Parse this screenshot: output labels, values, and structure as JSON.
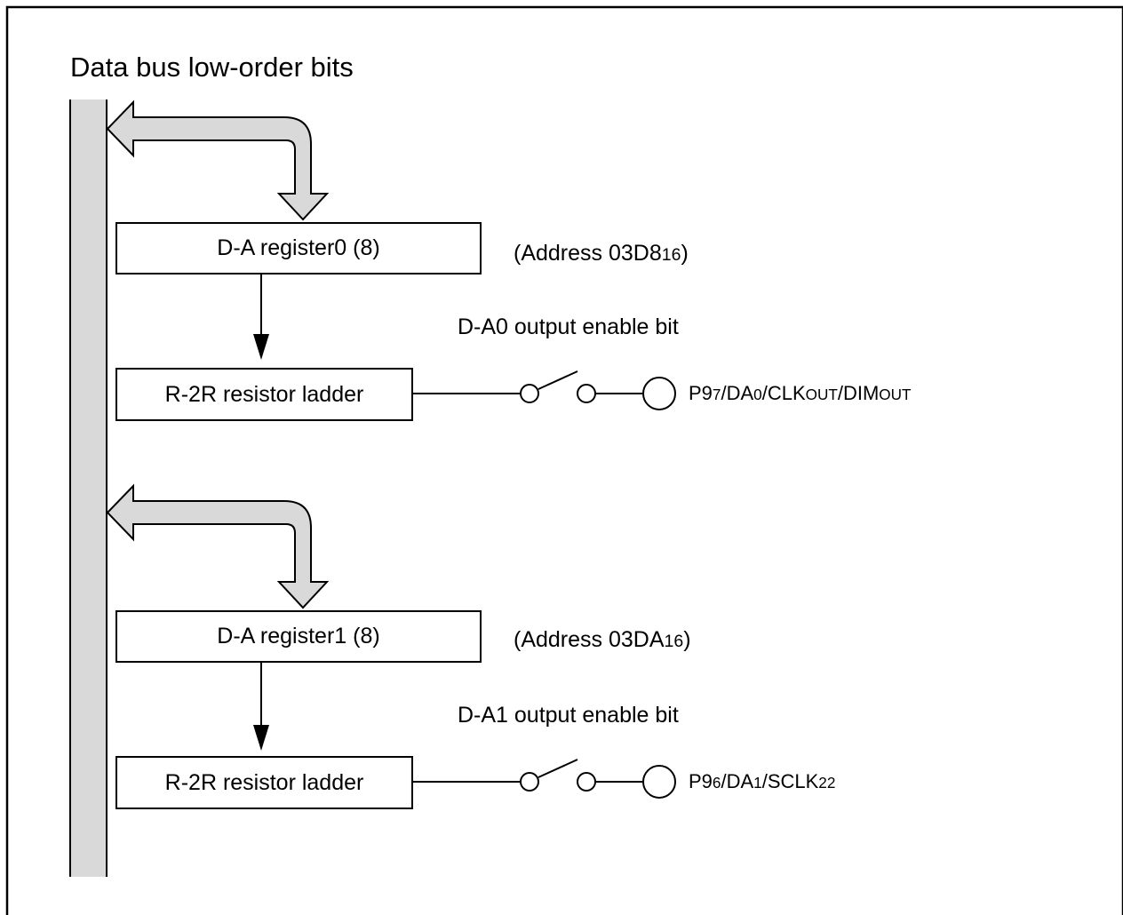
{
  "title": "Data bus low-order bits",
  "channels": [
    {
      "register_label": "D-A register0 (8)",
      "address_prefix": "(Address 03D8",
      "address_sub": "16",
      "address_suffix": ")",
      "enable_label": "D-A0 output enable bit",
      "ladder_label": "R-2R resistor ladder",
      "pin": {
        "p1": "P9",
        "p1_sub": "7",
        "p2": "/DA",
        "p2_sub": "0",
        "p3": "/CLK",
        "p3_sub": "OUT",
        "p4": "/DIM",
        "p4_sub": "OUT"
      }
    },
    {
      "register_label": "D-A register1 (8)",
      "address_prefix": "(Address 03DA",
      "address_sub": "16",
      "address_suffix": ")",
      "enable_label": "D-A1 output enable bit",
      "ladder_label": "R-2R resistor ladder",
      "pin": {
        "p1": "P9",
        "p1_sub": "6",
        "p2": "/DA",
        "p2_sub": "1",
        "p3": "/SCLK",
        "p3_sub": "22",
        "p4": "",
        "p4_sub": ""
      }
    }
  ],
  "colors": {
    "bus_fill": "#d9d9d9",
    "arrow_fill": "#d9d9d9",
    "line": "#000000"
  }
}
